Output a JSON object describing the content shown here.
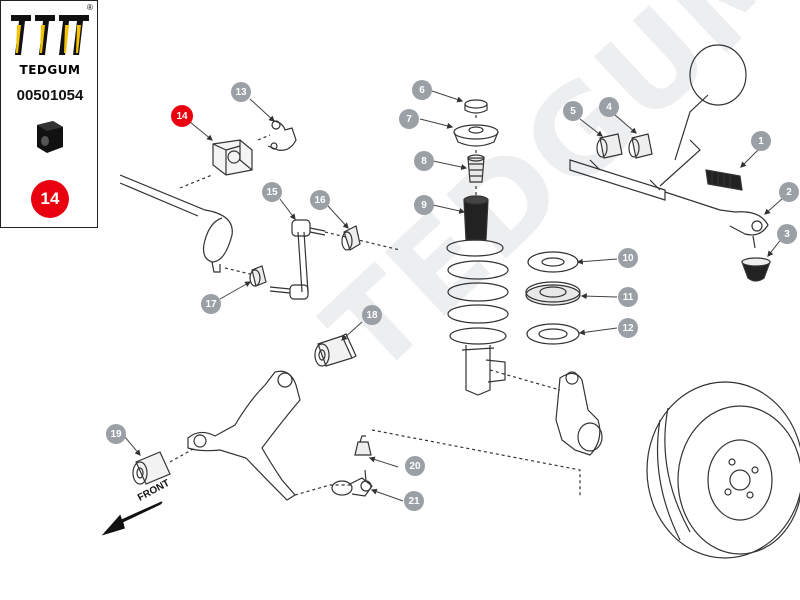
{
  "brand": {
    "name": "TEDGUM",
    "registered_mark": "®",
    "part_number": "00501054",
    "part_icon": "stabilizer-bushing-icon",
    "highlight_number": "14",
    "accent_color": "#e8000f"
  },
  "watermark": "TEDGUM",
  "direction_label": "FRONT",
  "callouts": [
    {
      "num": "1"
    },
    {
      "num": "2"
    },
    {
      "num": "3"
    },
    {
      "num": "4"
    },
    {
      "num": "5"
    },
    {
      "num": "6"
    },
    {
      "num": "7"
    },
    {
      "num": "8"
    },
    {
      "num": "9"
    },
    {
      "num": "10"
    },
    {
      "num": "11"
    },
    {
      "num": "12"
    },
    {
      "num": "13"
    },
    {
      "num": "14",
      "highlighted": true
    },
    {
      "num": "15"
    },
    {
      "num": "16"
    },
    {
      "num": "17"
    },
    {
      "num": "18"
    },
    {
      "num": "19"
    },
    {
      "num": "20"
    },
    {
      "num": "21"
    }
  ]
}
